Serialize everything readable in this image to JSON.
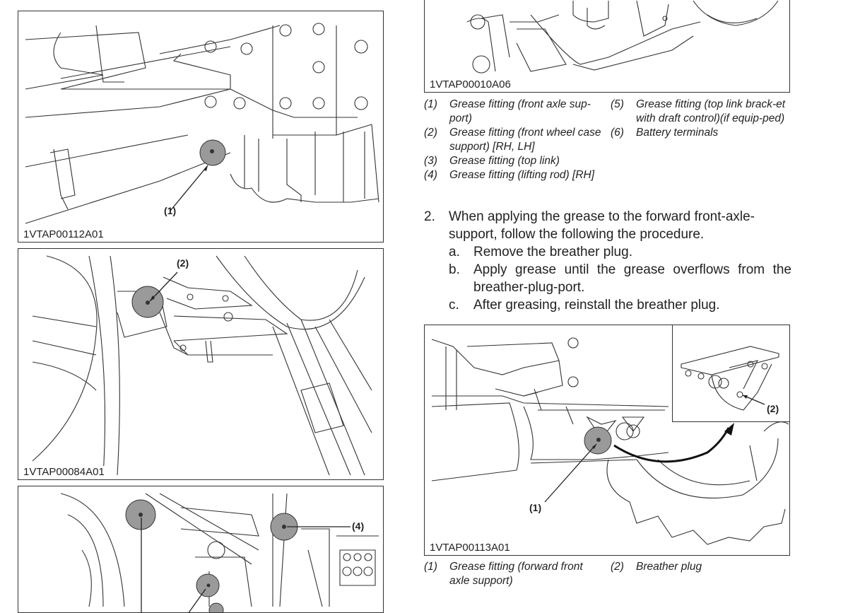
{
  "figures": {
    "fig_top_left": {
      "id": "1VTAP00112A01",
      "callouts": [
        "(1)"
      ]
    },
    "fig_mid_left": {
      "id": "1VTAP00084A01",
      "callouts": [
        "(2)"
      ]
    },
    "fig_bottom_left": {
      "id": "",
      "callouts": [
        "(4)"
      ]
    },
    "fig_top_right": {
      "id": "1VTAP00010A06"
    },
    "fig_bottom_right": {
      "id": "1VTAP00113A01",
      "callouts": [
        "(1)",
        "(2)"
      ]
    }
  },
  "legend_top": {
    "left": [
      {
        "num": "(1)",
        "text": "Grease fitting (front axle sup-port)"
      },
      {
        "num": "(2)",
        "text": "Grease fitting (front wheel case support) [RH, LH]"
      },
      {
        "num": "(3)",
        "text": "Grease fitting (top link)"
      },
      {
        "num": "(4)",
        "text": "Grease fitting (lifting rod) [RH]"
      }
    ],
    "right": [
      {
        "num": "(5)",
        "text": "Grease fitting (top link brack-et with draft control)(if equip-ped)"
      },
      {
        "num": "(6)",
        "text": "Battery terminals"
      }
    ]
  },
  "procedure": {
    "step_num": "2.",
    "step_text": "When applying the grease to the forward front-axle-support, follow the following the procedure.",
    "substeps": [
      {
        "label": "a.",
        "text": "Remove the breather plug."
      },
      {
        "label": "b.",
        "text": "Apply grease until the grease overflows from the breather-plug-port."
      },
      {
        "label": "c.",
        "text": "After greasing, reinstall the breather plug."
      }
    ]
  },
  "legend_bottom": [
    {
      "num": "(1)",
      "text": "Grease fitting (forward front axle support)"
    },
    {
      "num": "(2)",
      "text": "Breather plug"
    }
  ]
}
